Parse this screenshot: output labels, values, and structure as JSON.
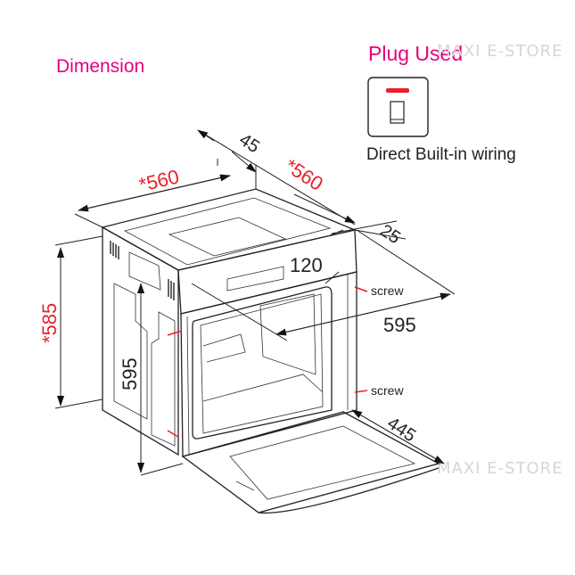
{
  "title": "Dimension",
  "plug": {
    "title": "Plug Used",
    "caption": "Direct Built-in wiring",
    "icon": "wall-switch-icon",
    "indicator_color": "#e8202a"
  },
  "watermark": "MAXI E-STORE",
  "dimensions": {
    "width": "*560",
    "depth": "*560",
    "height_total": "*585",
    "front_height": "595",
    "front_width": "595",
    "panel_offset": "45",
    "panel_thickness": "25",
    "panel_height": "120",
    "door_depth": "445"
  },
  "labels": {
    "screw_top": "screw",
    "screw_bottom": "screw"
  },
  "colors": {
    "accent_pink": "#e6007e",
    "dimension_red": "#e8202a"
  }
}
